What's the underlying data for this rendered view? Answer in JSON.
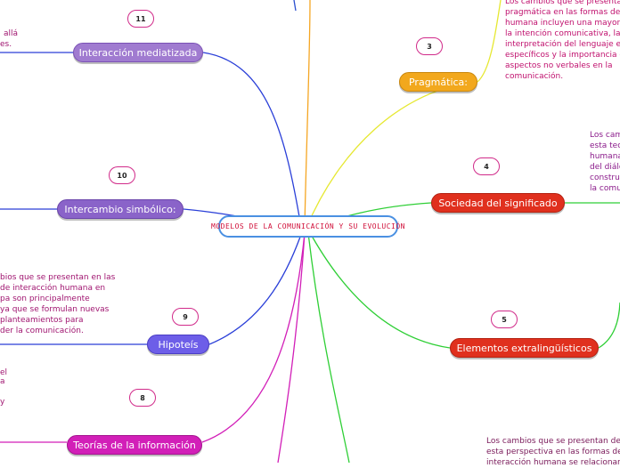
{
  "central": {
    "label": "MODELOS DE LA COMUNICACIÓN Y SU EVOLUCIÓN"
  },
  "nodes": [
    {
      "id": "11",
      "label": "Interacción mediatizada",
      "color": "#a07bd0",
      "border": "#7b52b5"
    },
    {
      "id": "10",
      "label": "Intercambio simbólico:",
      "color": "#8a63c9",
      "border": "#6a44aa"
    },
    {
      "id": "9",
      "label": "Hipoteís",
      "color": "#6d5ee8",
      "border": "#4a3ec4"
    },
    {
      "id": "8",
      "label": "Teorías de la información",
      "color": "#d21fb8",
      "border": "#a3148e"
    },
    {
      "id": "3",
      "label": "Pragmática:",
      "color": "#f2a81d",
      "border": "#c9870e"
    },
    {
      "id": "4",
      "label": "Sociedad del significado",
      "color": "#e0301e",
      "border": "#b32010"
    },
    {
      "id": "5",
      "label": "Elementos extralingüísticos",
      "color": "#e0301e",
      "border": "#b32010"
    }
  ],
  "notes": {
    "pragmatica": [
      "Los cambios que se presentan",
      "pragmática en las formas de i",
      "humana incluyen una mayor at",
      "la intención comunicativa, la",
      "interpretación del lenguaje en",
      "específicos y la importancia de",
      "aspectos no verbales en la",
      "comunicación."
    ],
    "sociedad": [
      "Los cam",
      "esta teo",
      "humana",
      "del diálo",
      "constru",
      "la comu"
    ],
    "hipotesis": [
      "bios que se presentan en las",
      "de interacción humana en",
      "pa son principalmente",
      "ya que se formulan nuevas",
      "planteamientos para",
      "der la comunicación."
    ],
    "mediatizada": [
      "allá",
      "es."
    ],
    "teorias": [
      "el",
      "a",
      "y"
    ],
    "bottom": [
      "Los cambios que se presentan des",
      "esta perspectiva en las formas de",
      "interacción humana se relacionan"
    ]
  },
  "colors": {
    "pragmatica_note": "#c0116e",
    "sociedad_note": "#8a1a8a",
    "hipotesis_note": "#a01570",
    "bottom_note": "#7a1a5a",
    "badge_border": "#d12b8a"
  }
}
